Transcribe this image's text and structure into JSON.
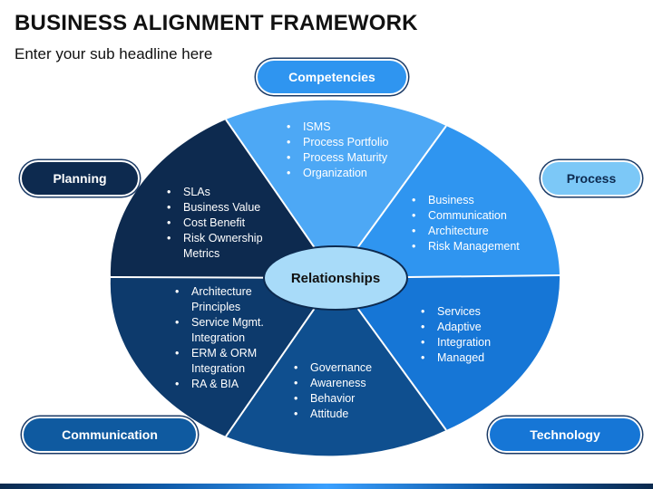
{
  "title": "BUSINESS ALIGNMENT FRAMEWORK",
  "subtitle": "Enter your sub headline here",
  "center": "Relationships",
  "colors": {
    "navy": "#0d2a4f",
    "dark_blue": "#0f4f8f",
    "medium_blue": "#1e82e6",
    "light_blue": "#4da8f5",
    "pale_blue": "#a8dbf9",
    "sky_blue": "#2f95f0"
  },
  "pills": {
    "competencies": "Competencies",
    "planning": "Planning",
    "process": "Process",
    "communication": "Communication",
    "technology": "Technology"
  },
  "segments": {
    "competencies": [
      "ISMS",
      "Process Portfolio",
      "Process Maturity",
      "Organization"
    ],
    "process": [
      "Business",
      "Communication",
      "Architecture",
      "Risk Management"
    ],
    "planning": [
      "SLAs",
      "Business Value",
      "Cost Benefit",
      "Risk Ownership Metrics"
    ],
    "communication": [
      "Architecture Principles",
      "Service Mgmt. Integration",
      "ERM & ORM Integration",
      "RA & BIA"
    ],
    "governance": [
      "Governance",
      "Awareness",
      "Behavior",
      "Attitude"
    ],
    "technology": [
      "Services",
      "Adaptive",
      "Integration",
      "Managed"
    ]
  }
}
